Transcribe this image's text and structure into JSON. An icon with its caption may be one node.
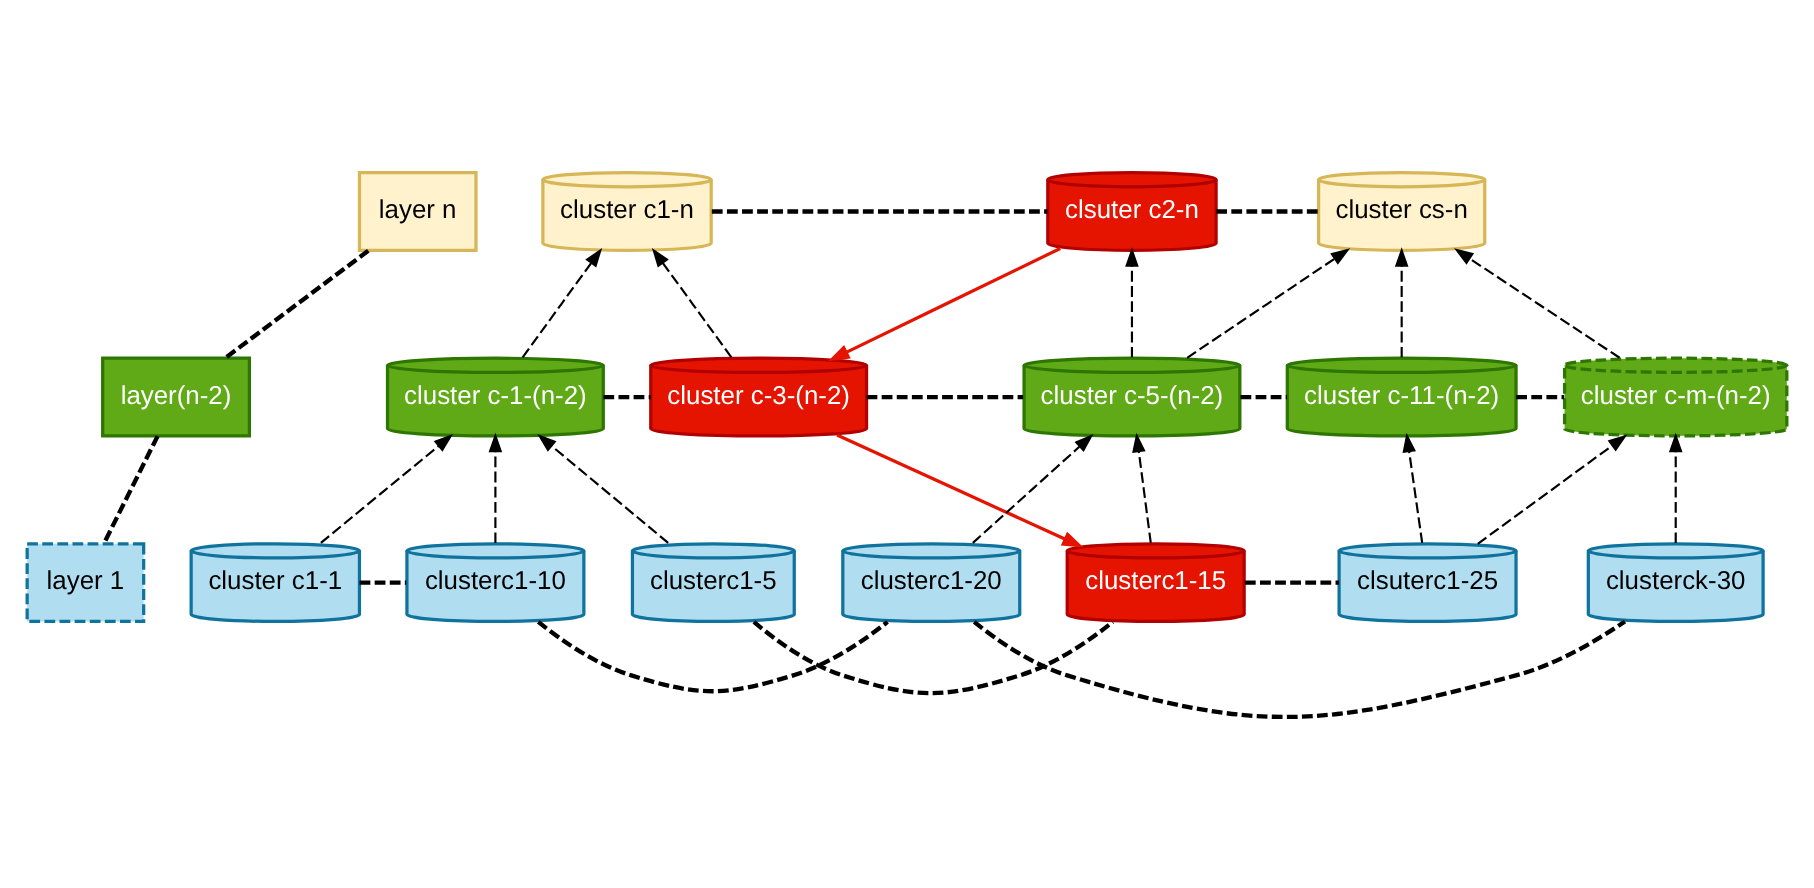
{
  "diagram": {
    "nodes": [
      {
        "text": [
          "layer n"
        ]
      },
      {
        "text": [
          "layer(n-2)"
        ]
      },
      {
        "text": [
          "layer 1"
        ]
      },
      {
        "text": [
          "cluster c1-n"
        ]
      },
      {
        "text": [
          "clsuter c2-n"
        ]
      },
      {
        "text": [
          "cluster cs-n"
        ]
      },
      {
        "text": [
          "cluster c-1-(n-2)"
        ]
      },
      {
        "text": [
          "cluster c-3-(n-2)"
        ]
      },
      {
        "text": [
          "cluster c-5-(n-2)"
        ]
      },
      {
        "text": [
          "cluster c-11-(n-2)"
        ]
      },
      {
        "text": [
          "cluster c-m-(n-2)"
        ]
      },
      {
        "text": [
          "cluster c1-1"
        ]
      },
      {
        "text": [
          "clusterc1-5"
        ]
      },
      {
        "text": [
          "clusterc1-10"
        ]
      },
      {
        "text": [
          "clusterc1-15"
        ]
      },
      {
        "text": [
          "clusterc1-20"
        ]
      },
      {
        "text": [
          "clsuterc1-25"
        ]
      },
      {
        "text": [
          "clusterck-30"
        ]
      }
    ],
    "edges": [
      {
        "from": 0,
        "to": 1,
        "arrow": "none",
        "style": "dashed"
      },
      {
        "from": 1,
        "to": 2,
        "arrow": "none",
        "style": "dashed"
      },
      {
        "from": 3,
        "to": 4,
        "arrow": "none",
        "style": "dashed"
      },
      {
        "from": 4,
        "to": 5,
        "arrow": "none",
        "style": "dashed"
      },
      {
        "from": 6,
        "to": 3,
        "arrow": "to",
        "style": "dashed"
      },
      {
        "from": 7,
        "to": 3,
        "arrow": "to",
        "style": "dashed"
      },
      {
        "from": 8,
        "to": 4,
        "arrow": "to",
        "style": "dashed"
      },
      {
        "from": 8,
        "to": 5,
        "arrow": "to",
        "style": "dashed"
      },
      {
        "from": 9,
        "to": 5,
        "arrow": "to",
        "style": "dashed"
      },
      {
        "from": 10,
        "to": 5,
        "arrow": "to",
        "style": "dashed"
      },
      {
        "from": 4,
        "to": 7,
        "arrow": "to",
        "color": "#e51400"
      },
      {
        "from": 6,
        "to": 7,
        "arrow": "none",
        "style": "dashed"
      },
      {
        "from": 7,
        "to": 8,
        "arrow": "none",
        "style": "dashed"
      },
      {
        "from": 8,
        "to": 9,
        "arrow": "none",
        "style": "dashed"
      },
      {
        "from": 9,
        "to": 10,
        "arrow": "none",
        "style": "dashed"
      },
      {
        "from": 11,
        "to": 6,
        "arrow": "to",
        "style": "dashed"
      },
      {
        "from": 12,
        "to": 6,
        "arrow": "to",
        "style": "dashed"
      },
      {
        "from": 13,
        "to": 6,
        "arrow": "to",
        "style": "dashed"
      },
      {
        "from": 7,
        "to": 14,
        "arrow": "to",
        "color": "#e51400"
      },
      {
        "from": 14,
        "to": 8,
        "arrow": "to",
        "style": "dashed"
      },
      {
        "from": 15,
        "to": 8,
        "arrow": "to",
        "style": "dashed"
      },
      {
        "from": 16,
        "to": 9,
        "arrow": "to",
        "style": "dashed"
      },
      {
        "from": 16,
        "to": 10,
        "arrow": "to",
        "style": "dashed"
      },
      {
        "from": 17,
        "to": 10,
        "arrow": "to",
        "style": "dashed"
      },
      {
        "from": 11,
        "to": 13,
        "arrow": "none",
        "style": "dashed"
      },
      {
        "from": 12,
        "to": 14,
        "arrow": "none",
        "style": "dashed"
      },
      {
        "from": 13,
        "to": 15,
        "arrow": "none",
        "style": "dashed"
      },
      {
        "from": 14,
        "to": 16,
        "arrow": "none",
        "style": "dashed"
      },
      {
        "from": 15,
        "to": 17,
        "arrow": "none",
        "style": "dashed"
      }
    ]
  }
}
